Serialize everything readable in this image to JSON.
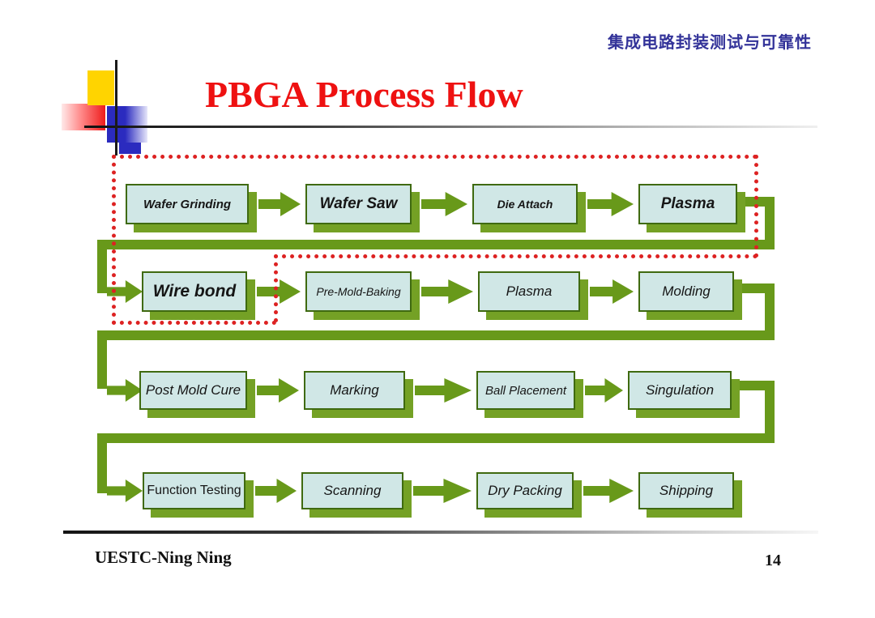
{
  "header": {
    "course_title": "集成电路封装测试与可靠性"
  },
  "title": "PBGA Process Flow",
  "footer": {
    "author": "UESTC-Ning Ning",
    "page_number": "14"
  },
  "colors": {
    "title_red": "#ee1111",
    "header_blue": "#333399",
    "box_fill": "#d0e7e6",
    "box_border": "#3f6a10",
    "box_shadow_green": "#74a125",
    "connector_green": "#68991a",
    "highlight_dotted_red": "#dd2222"
  },
  "chart_data": {
    "type": "flowchart",
    "title": "PBGA Process Flow",
    "flow_direction": "serpentine: each row reads left-to-right, green return connectors link row ends to the next row start",
    "highlight_note": "red dotted outline encloses Wafer Grinding, Wafer Saw, Die Attach, Plasma and Wire bond",
    "rows": [
      {
        "steps": [
          {
            "label": "Wafer Grinding",
            "bold": true,
            "italic": true
          },
          {
            "label": "Wafer Saw",
            "bold": true,
            "italic": true
          },
          {
            "label": "Die Attach",
            "bold": true,
            "italic": true
          },
          {
            "label": "Plasma",
            "bold": true,
            "italic": true
          }
        ]
      },
      {
        "steps": [
          {
            "label": "Wire bond",
            "bold": true,
            "italic": true
          },
          {
            "label": "Pre-Mold-Baking",
            "bold": false,
            "italic": true
          },
          {
            "label": "Plasma",
            "bold": false,
            "italic": true
          },
          {
            "label": "Molding",
            "bold": false,
            "italic": true
          }
        ]
      },
      {
        "steps": [
          {
            "label": "Post Mold Cure",
            "bold": false,
            "italic": true
          },
          {
            "label": "Marking",
            "bold": false,
            "italic": true
          },
          {
            "label": "Ball Placement",
            "bold": false,
            "italic": true
          },
          {
            "label": "Singulation",
            "bold": false,
            "italic": true
          }
        ]
      },
      {
        "steps": [
          {
            "label": "Function Testing",
            "bold": false,
            "italic": false
          },
          {
            "label": "Scanning",
            "bold": false,
            "italic": true
          },
          {
            "label": "Dry Packing",
            "bold": false,
            "italic": true
          },
          {
            "label": "Shipping",
            "bold": false,
            "italic": true
          }
        ]
      }
    ]
  }
}
